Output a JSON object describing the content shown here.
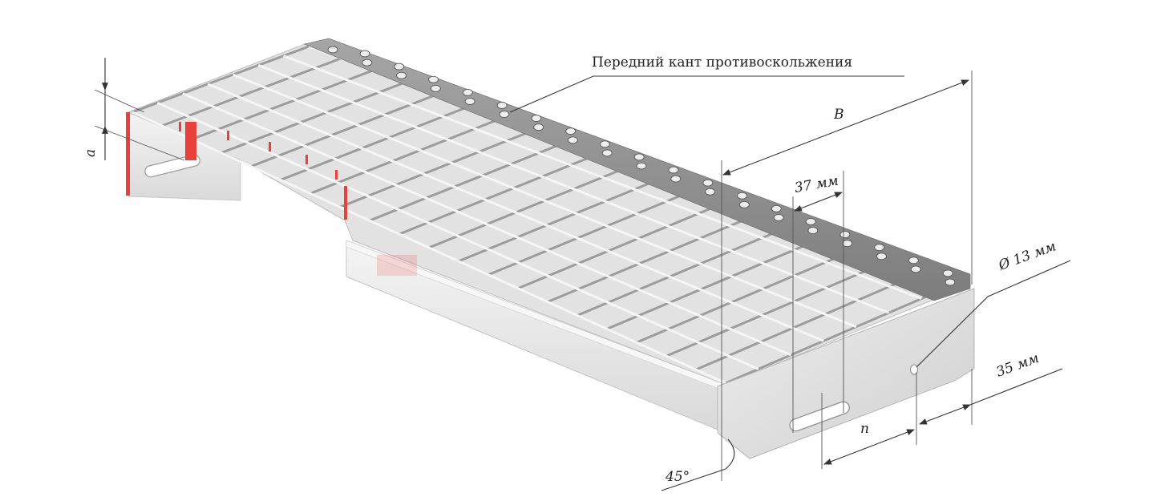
{
  "labels": {
    "front_edge": "Передний кант противоскольжения",
    "width_b": "B",
    "cell_pitch": "37 мм",
    "hole_diameter": "Ø 13 мм",
    "edge_distance": "35 мм",
    "slot_n": "n",
    "angle": "45°",
    "height_a": "a"
  },
  "colors": {
    "steel_light": "#ececec",
    "steel_mid": "#d6d6d6",
    "steel_dark": "#9a9a9a",
    "cell_shadow": "#bdbdbd",
    "edge_strip": "#8a8a8a",
    "cut_marker": "#e8413c",
    "dimension_line": "#333333"
  }
}
